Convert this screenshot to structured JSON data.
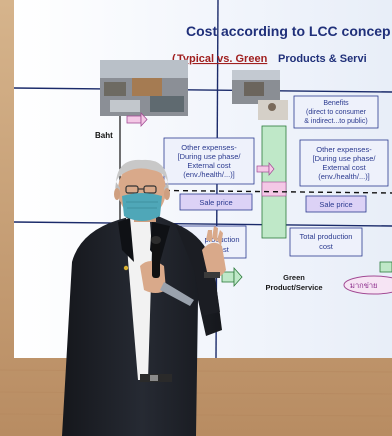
{
  "slide": {
    "title": "Cost according to LCC concep",
    "subtitle_open": "(",
    "subtitle_underlined": "Typical vs. Green",
    "subtitle_rest": " Products & Servi",
    "y_axis_label": "Baht",
    "benefits_box": [
      "Benefits",
      "(direct to consumer",
      "& indirect...to public)"
    ],
    "other_expenses_left": [
      "Other expenses-",
      "[During use phase/",
      "External cost",
      "(env./health/...)]"
    ],
    "other_expenses_right": [
      "Other expenses-",
      "[During use phase/",
      "External cost",
      "(env./health/...)]"
    ],
    "sale_price_left": "Sale price",
    "sale_price_right": "Sale price",
    "production_left_partial": "production",
    "production_left_partial2": "cost",
    "total_production_cost": [
      "Total production",
      "cost"
    ],
    "green_label": [
      "Green",
      "Product/Service"
    ],
    "thai_partial": "มากข่าย"
  },
  "colors": {
    "slide_bg": "#eef3fb",
    "slide_blue": "#2b3a8f",
    "green_bar": "#bfe8c8",
    "pink_box": "#f4c8e6",
    "lavender_box": "#dcd2f6",
    "wall_wood": "#c9a37a",
    "suit": "#1c1e24",
    "mask": "#4fa7b8"
  }
}
